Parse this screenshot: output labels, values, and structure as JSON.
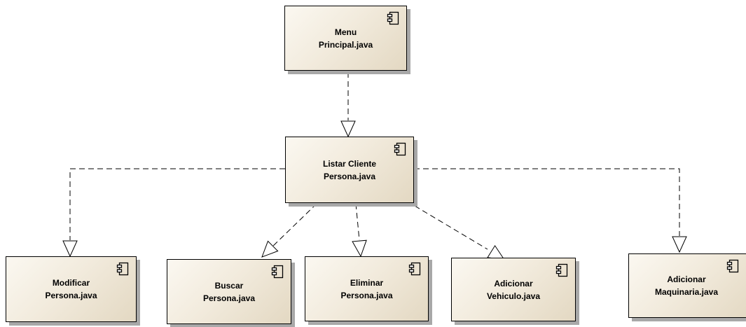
{
  "components": [
    {
      "id": "menu_principal",
      "label": "Menu\nPrincipal.java",
      "icon": "component-icon"
    },
    {
      "id": "listar_cliente_persona",
      "label": "Listar Cliente\nPersona.java",
      "icon": "component-icon"
    },
    {
      "id": "modificar_persona",
      "label": "Modificar\nPersona.java",
      "icon": "component-icon"
    },
    {
      "id": "buscar_persona",
      "label": "Buscar\nPersona.java",
      "icon": "component-icon"
    },
    {
      "id": "eliminar_persona",
      "label": "Eliminar\nPersona.java",
      "icon": "component-icon"
    },
    {
      "id": "adicionar_vehiculo",
      "label": "Adicionar\nVehiculo.java",
      "icon": "component-icon"
    },
    {
      "id": "adicionar_maquinaria",
      "label": "Adicionar\nMaquinaria.java",
      "icon": "component-icon"
    }
  ],
  "dependencies": [
    {
      "from": "menu_principal",
      "to": "listar_cliente_persona",
      "style": "dashed",
      "arrow": "hollow-triangle"
    },
    {
      "from": "listar_cliente_persona",
      "to": "modificar_persona",
      "style": "dashed",
      "arrow": "hollow-triangle"
    },
    {
      "from": "listar_cliente_persona",
      "to": "buscar_persona",
      "style": "dashed",
      "arrow": "hollow-triangle"
    },
    {
      "from": "listar_cliente_persona",
      "to": "eliminar_persona",
      "style": "dashed",
      "arrow": "hollow-triangle"
    },
    {
      "from": "listar_cliente_persona",
      "to": "adicionar_vehiculo",
      "style": "dashed",
      "arrow": "hollow-triangle"
    },
    {
      "from": "listar_cliente_persona",
      "to": "adicionar_maquinaria",
      "style": "dashed",
      "arrow": "hollow-triangle"
    }
  ],
  "colors": {
    "fill_light": "#fbf8f1",
    "fill_dark": "#e3d8c2",
    "border": "#000000",
    "shadow": "#a8a8a8"
  }
}
